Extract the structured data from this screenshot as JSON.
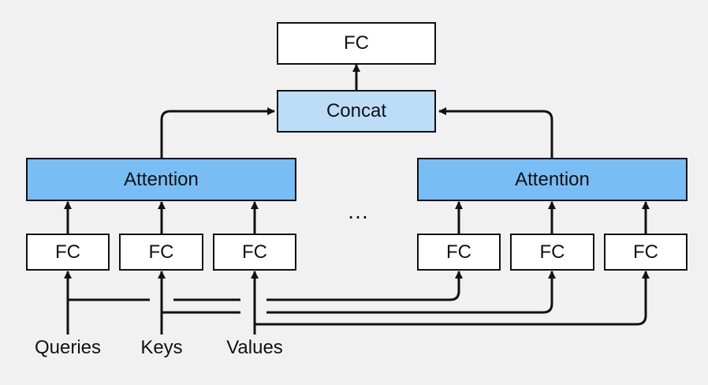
{
  "diagram": {
    "top_fc": "FC",
    "concat": "Concat",
    "attention_left": "Attention",
    "attention_right": "Attention",
    "fc_left": [
      "FC",
      "FC",
      "FC"
    ],
    "fc_right": [
      "FC",
      "FC",
      "FC"
    ],
    "ellipsis": "…",
    "inputs": [
      "Queries",
      "Keys",
      "Values"
    ]
  },
  "colors": {
    "concat_fill": "#bcdcf7",
    "attention_fill": "#79bdf5",
    "stroke": "#111111",
    "background": "#f1f1f1"
  }
}
